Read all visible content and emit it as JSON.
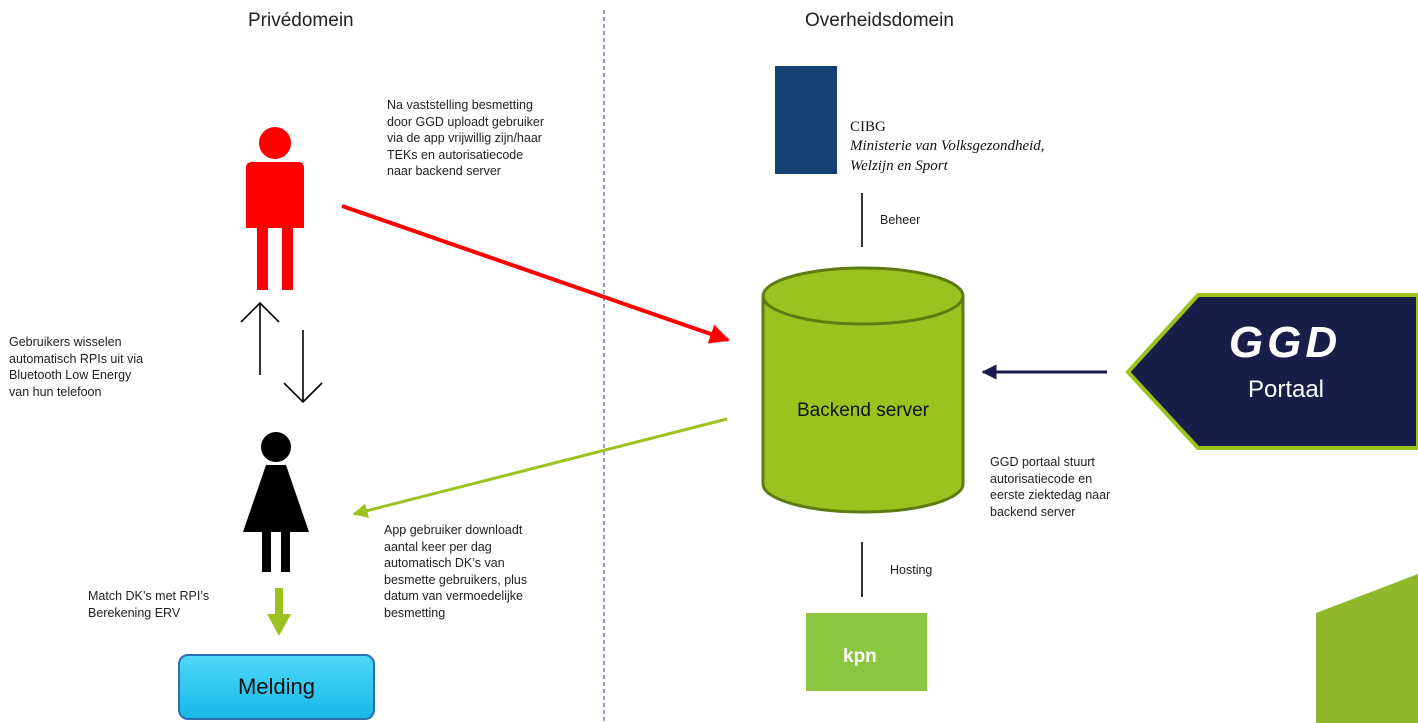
{
  "domains": {
    "left": "Privédomein",
    "right": "Overheidsdomein"
  },
  "notes": {
    "upload": [
      "Na vaststelling besmetting",
      "door GGD uploadt gebruiker",
      "via de app vrijwillig zijn/haar",
      "TEKs en autorisatiecode",
      "naar backend server"
    ],
    "exchange": [
      "Gebruikers wisselen",
      "automatisch RPIs uit via",
      "Bluetooth Low Energy",
      "van hun telefoon"
    ],
    "download": [
      "App gebruiker downloadt",
      "aantal keer per dag",
      "automatisch DK’s van",
      "besmette gebruikers, plus",
      "datum van vermoedelijke",
      "besmetting"
    ],
    "match": [
      "Match DK’s met RPI’s",
      "Berekening ERV"
    ],
    "portal": [
      "GGD portaal stuurt",
      "autorisatiecode en",
      "eerste ziektedag naar",
      "backend server"
    ]
  },
  "labels": {
    "beheer": "Beheer",
    "hosting": "Hosting",
    "backend": "Backend server",
    "melding": "Melding",
    "portaal": "Portaal"
  },
  "cibg": {
    "name": "CIBG",
    "ministry_line1": "Ministerie van Volksgezondheid,",
    "ministry_line2": "Welzijn en Sport"
  },
  "ggd_logo_text": "GGD",
  "kpn_logo_text": "kpn",
  "colors": {
    "red_person": "#ff0000",
    "green": "#9cc21f",
    "navy": "#1b1b4b",
    "melding_blue": "#2bc4f0"
  }
}
